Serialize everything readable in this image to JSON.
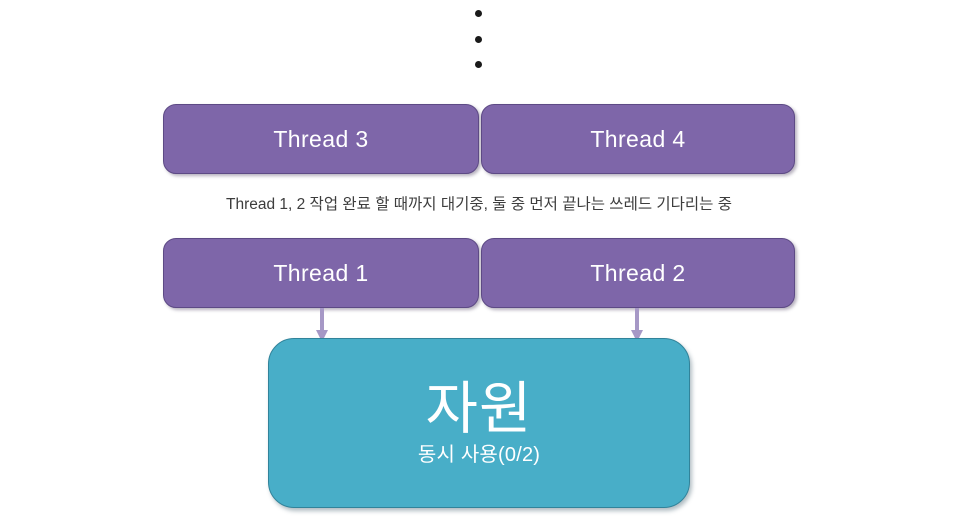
{
  "diagram": {
    "title_hidden": "",
    "ellipsis": {
      "name": "vertical-ellipsis",
      "dots": 3
    },
    "upper_threads": [
      {
        "label": "Thread 3"
      },
      {
        "label": "Thread 4"
      }
    ],
    "caption": "Thread 1, 2 작업 완료 할 때까지 대기중, 둘 중 먼저 끝나는 쓰레드 기다리는 중",
    "lower_threads": [
      {
        "label": "Thread 1"
      },
      {
        "label": "Thread 2"
      }
    ],
    "arrows": [
      {
        "name": "arrow-thread1-to-resource",
        "from": "Thread 1",
        "to": "자원"
      },
      {
        "name": "arrow-thread2-to-resource",
        "from": "Thread 2",
        "to": "자원"
      }
    ],
    "resource": {
      "title": "자원",
      "subtitle": "동시 사용(0/2)",
      "used": 0,
      "capacity": 2
    },
    "colors": {
      "thread_fill": "#7e66a9",
      "thread_border": "#5d4a85",
      "thread_text": "#ffffff",
      "resource_fill": "#48aec8",
      "resource_border": "#31839a",
      "resource_text": "#ffffff",
      "arrow": "#a698c6",
      "caption_text": "#3d3d3d",
      "dot": "#1a1a1a",
      "background": "#ffffff"
    }
  }
}
